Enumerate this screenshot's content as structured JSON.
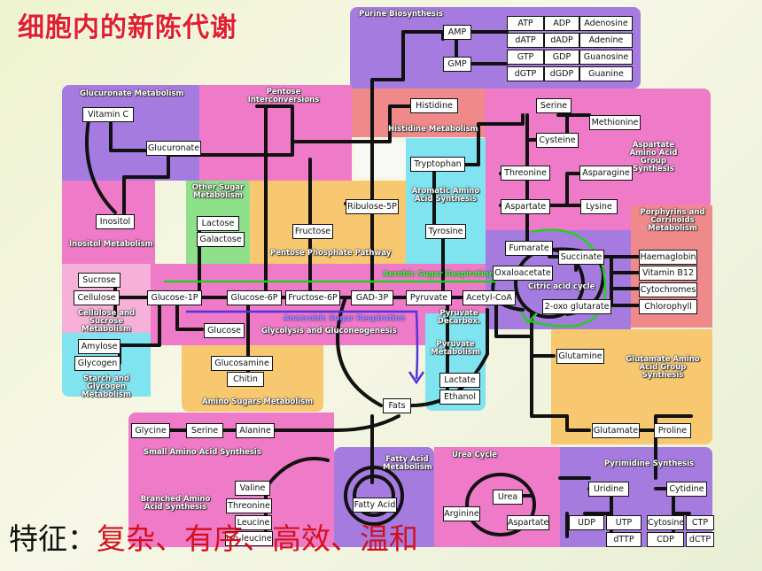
{
  "title": "细胞内的新陈代谢",
  "feature": {
    "label": "特征：",
    "value": "复杂、有序、高效、温和"
  },
  "colors": {
    "purple": "#9966dd",
    "pink": "#ee77cc",
    "salmon": "#f08a8a",
    "cyan": "#7fe3f0",
    "orange": "#f7c870",
    "green": "#8fe08a",
    "red": "#e84c4c",
    "lightpink": "#f7b0d8"
  },
  "regions": [
    {
      "name": "Purine Biosynthesis",
      "color": "#a67be0"
    },
    {
      "name": "Glucuronate Metabolism",
      "color": "#a67be0"
    },
    {
      "name": "Pentose Interconversions",
      "color": "#ee7ac8"
    },
    {
      "name": "Histidine Metabolism",
      "color": "#f08a8a"
    },
    {
      "name": "Aspartate Amino Acid Group Synthesis",
      "color": "#ee7ac8"
    },
    {
      "name": "Other Sugar Metabolism",
      "color": "#8fe08a"
    },
    {
      "name": "Aromatic Amino Acid Synthesis",
      "color": "#7fe3f0"
    },
    {
      "name": "Porphyrins and Corrinoids Metabolism",
      "color": "#f08a8a"
    },
    {
      "name": "Inositol Metabolism",
      "color": "#ee7ac8"
    },
    {
      "name": "Pentose Phosphate Pathway",
      "color": "#f7c870"
    },
    {
      "name": "Cellulose and Sucrose Metabolism",
      "color": "#f7b0d8"
    },
    {
      "name": "Glycolysis and Gluconeogenesis",
      "color": "#ee7ac8"
    },
    {
      "name": "Pyruvate Decarbox.",
      "color": "#ee7ac8"
    },
    {
      "name": "Starch and Glycogen Metabolism",
      "color": "#7fe3f0"
    },
    {
      "name": "Pyruvate Metabolism",
      "color": "#7fe3f0"
    },
    {
      "name": "Glutamate Amino Acid Group Synthesis",
      "color": "#f7c870"
    },
    {
      "name": "Amino Sugars Metabolism",
      "color": "#f7c870"
    },
    {
      "name": "Small Amino Acid Synthesis",
      "color": "#ee7ac8"
    },
    {
      "name": "Fatty Acid Metabolism",
      "color": "#a67be0"
    },
    {
      "name": "Urea Cycle",
      "color": "#ee7ac8"
    },
    {
      "name": "Pyrimidine Synthesis",
      "color": "#a67be0"
    },
    {
      "name": "Branched Amino Acid Synthesis",
      "color": "#ee7ac8"
    },
    {
      "name": "Citric acid cycle",
      "color": "#a67be0"
    }
  ],
  "pathways": {
    "aerobic": "Aerobic Sugar Respiration",
    "anaerobic": "Anaerobic Sugar Respiration"
  },
  "metabolites": {
    "amp": "AMP",
    "gmp": "GMP",
    "atp": "ATP",
    "adp": "ADP",
    "adenosine": "Adenosine",
    "datp": "dATP",
    "dadp": "dADP",
    "adenine": "Adenine",
    "gtp": "GTP",
    "gdp": "GDP",
    "guanosine": "Guanosine",
    "dgtp": "dGTP",
    "dgdp": "dGDP",
    "guanine": "Guanine",
    "vitaminc": "Vitamin C",
    "glucuronate": "Glucuronate",
    "histidine": "Histidine",
    "serine1": "Serine",
    "methionine": "Methionine",
    "cysteine": "Cysteine",
    "tryptophan": "Tryptophan",
    "threonine1": "Threonine",
    "asparagine": "Asparagine",
    "ribulose": "Ribulose-5P",
    "aspartate": "Aspartate",
    "lysine": "Lysine",
    "inositol": "Inositol",
    "lactose": "Lactose",
    "galactose": "Galactose",
    "fructose": "Fructose",
    "tyrosine": "Tyrosine",
    "fumarate": "Fumarate",
    "succinate": "Succinate",
    "haemaglobin": "Haemaglobin",
    "vitaminb12": "Vitamin B12",
    "sucrose": "Sucrose",
    "oxaloacetate": "Oxaloacetate",
    "cytochromes": "Cytochromes",
    "cellulose": "Cellulose",
    "glucose1p": "Glucose-1P",
    "glucose6p": "Glucose-6P",
    "fructose6p": "Fructose-6P",
    "gad3p": "GAD-3P",
    "pyruvate": "Pyruvate",
    "acetylcoa": "Acetyl-CoA",
    "oxoglutarate": "2-oxo glutarate",
    "chlorophyll": "Chlorophyll",
    "glucose": "Glucose",
    "amylose": "Amylose",
    "glycogen": "Glycogen",
    "glutamine": "Glutamine",
    "glucosamine": "Glucosamine",
    "chitin": "Chitin",
    "lactate": "Lactate",
    "ethanol": "Ethanol",
    "fats": "Fats",
    "glutamate": "Glutamate",
    "proline": "Proline",
    "glycine": "Glycine",
    "serine2": "Serine",
    "alanine": "Alanine",
    "valine": "Valine",
    "threonine2": "Threonine",
    "leucine": "Leucine",
    "isoleucine": "Iso-leucine",
    "fattyacid": "Fatty Acid",
    "urea": "Urea",
    "arginine": "Arginine",
    "aspartate2": "Aspartate",
    "uridine": "Uridine",
    "cytidine": "Cytidine",
    "udp": "UDP",
    "utp": "UTP",
    "cytosine": "Cytosine",
    "ctp": "CTP",
    "dttp": "dTTP",
    "cdp": "CDP",
    "dctp": "dCTP"
  }
}
